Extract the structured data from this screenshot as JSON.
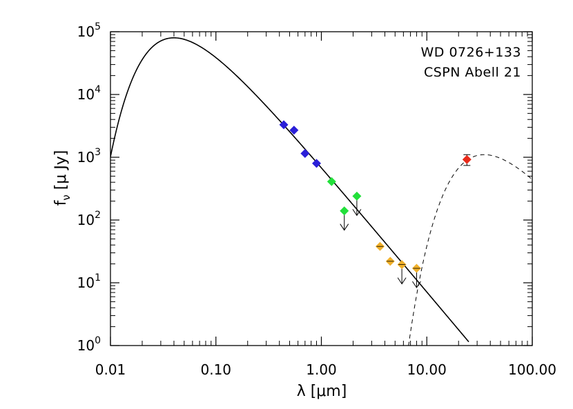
{
  "chart_data": {
    "type": "scatter",
    "x_scale": "log",
    "y_scale": "log",
    "xlim": [
      0.01,
      100
    ],
    "ylim": [
      1,
      100000
    ],
    "xlabel": "λ [μm]",
    "ylabel": "f_ν [μ Jy]",
    "x_ticks": [
      {
        "value": 0.01,
        "label": "0.01"
      },
      {
        "value": 0.1,
        "label": "0.10"
      },
      {
        "value": 1,
        "label": "1.00"
      },
      {
        "value": 10,
        "label": "10.00"
      },
      {
        "value": 100,
        "label": "100.00"
      }
    ],
    "y_ticks": [
      {
        "value": 1,
        "base": "10",
        "exp": "0"
      },
      {
        "value": 10,
        "base": "10",
        "exp": "1"
      },
      {
        "value": 100,
        "base": "10",
        "exp": "2"
      },
      {
        "value": 1000,
        "base": "10",
        "exp": "3"
      },
      {
        "value": 10000,
        "base": "10",
        "exp": "4"
      },
      {
        "value": 100000,
        "base": "10",
        "exp": "5"
      }
    ],
    "annotations": [
      "WD 0726+133",
      "CSPN Abell 21"
    ],
    "grid": false,
    "series": [
      {
        "marker": "diamond",
        "color": "#2a1fd8",
        "points": [
          {
            "x": 0.44,
            "y": 3300
          },
          {
            "x": 0.55,
            "y": 2700
          },
          {
            "x": 0.7,
            "y": 1150
          },
          {
            "x": 0.9,
            "y": 800
          }
        ]
      },
      {
        "marker": "diamond",
        "color": "#22e03a",
        "points": [
          {
            "x": 1.25,
            "y": 410
          },
          {
            "x": 1.65,
            "y": 140,
            "upper_limit": true
          },
          {
            "x": 2.17,
            "y": 240,
            "upper_limit": true
          }
        ]
      },
      {
        "marker": "diamond",
        "color": "#f0b02a",
        "points": [
          {
            "x": 3.6,
            "y": 38
          },
          {
            "x": 4.5,
            "y": 22
          },
          {
            "x": 5.8,
            "y": 19.5,
            "upper_limit": true
          },
          {
            "x": 8.0,
            "y": 17,
            "upper_limit": true
          }
        ]
      },
      {
        "marker": "diamond",
        "color": "#e82a1a",
        "points": [
          {
            "x": 24,
            "y": 920,
            "y_err": 180
          }
        ]
      }
    ],
    "curves": [
      {
        "style": "solid",
        "model": "blackbody",
        "peak": {
          "x": 0.04,
          "y": 80000
        },
        "range": [
          0.01,
          25
        ]
      },
      {
        "style": "dashed",
        "model": "blackbody",
        "peak": {
          "x": 35,
          "y": 1100
        },
        "range": [
          6.7,
          100
        ]
      }
    ]
  }
}
